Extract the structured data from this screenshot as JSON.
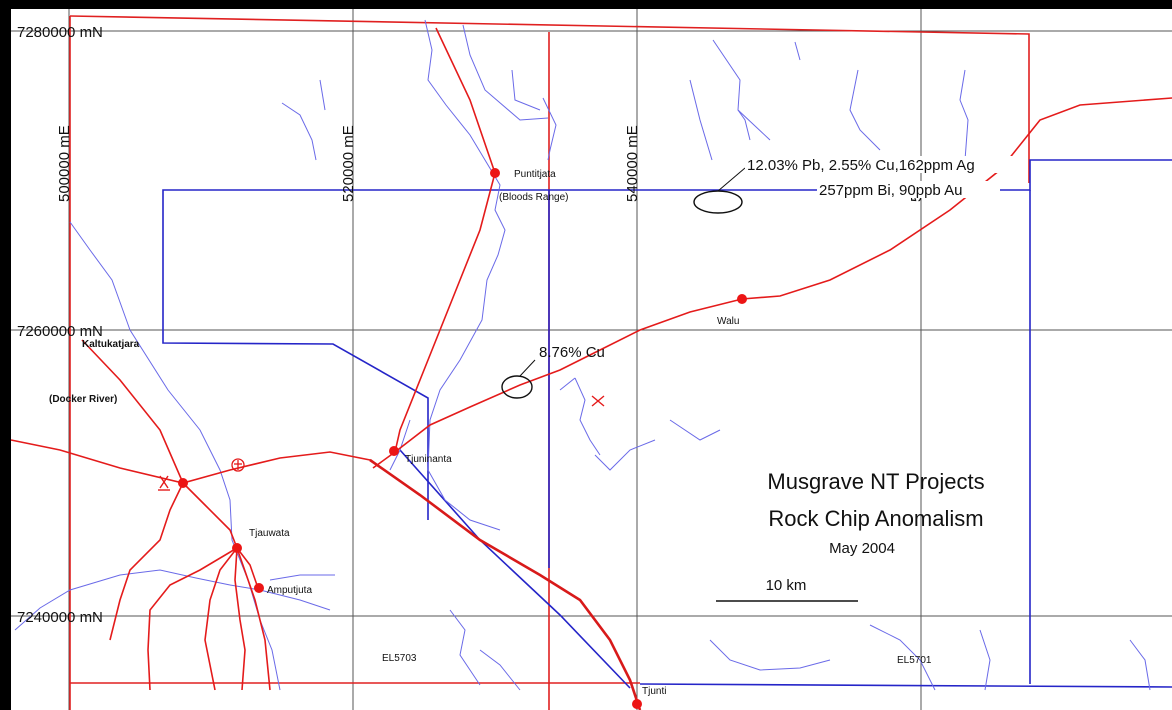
{
  "map": {
    "title": "Musgrave NT Projects",
    "subtitle": "Rock Chip Anomalism",
    "date": "May 2004",
    "scale_label": "10 km",
    "northings": [
      "7280000 mN",
      "7260000 mN",
      "7240000 mN"
    ],
    "eastings": [
      "500000 mE",
      "520000 mE",
      "540000 mE",
      "5"
    ],
    "towns": [
      "Puntitjata",
      "Walu",
      "Tjuninanta",
      "Tjauwata",
      "Amputjuta",
      "Tjunti"
    ],
    "places": [
      "(Bloods Range)",
      "Kaltukatjara",
      "(Docker River)"
    ],
    "anomalies": {
      "north_line1": "12.03% Pb, 2.55% Cu,162ppm Ag",
      "north_line2": "257ppm Bi, 90ppb Au",
      "south": "8.76% Cu"
    },
    "tenements": [
      "EL5703",
      "EL5701"
    ],
    "colors": {
      "road": "#e41b1b",
      "river": "#6a6ae8",
      "tenement_red": "#e02020",
      "tenement_blue": "#2525c8",
      "town": "#ec1515"
    },
    "symbols": [
      "mine-symbol-icon",
      "airstrip-symbol-icon",
      "prospect-cross-icon"
    ]
  }
}
